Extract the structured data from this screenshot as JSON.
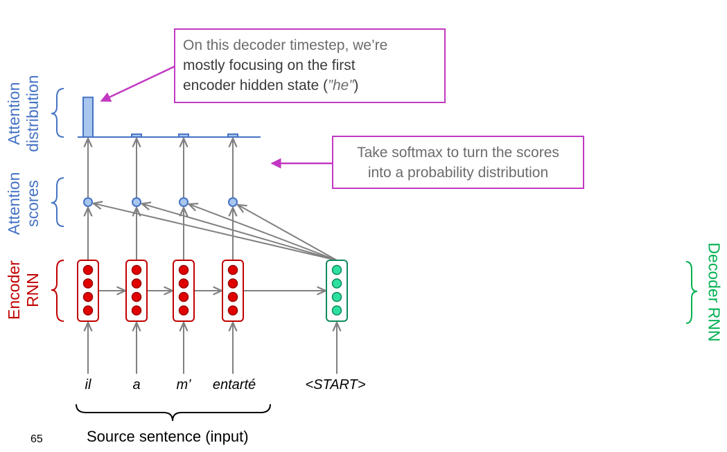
{
  "callouts": {
    "focus": {
      "line1": "On this decoder timestep, we’re",
      "line2": "mostly focusing on the first",
      "line3_prefix": "encoder hidden state (",
      "line3_he": "”he”",
      "line3_suffix": ")"
    },
    "softmax": {
      "line1": "Take softmax to turn the scores",
      "line2": "into a probability distribution"
    }
  },
  "labels": {
    "attention_distribution": {
      "line1": "Attention",
      "line2": "distribution"
    },
    "attention_scores": {
      "line1": "Attention",
      "line2": "scores"
    },
    "encoder_rnn": {
      "line1": "Encoder",
      "line2": "RNN"
    },
    "decoder_rnn": "Decoder RNN"
  },
  "source_words": [
    "il",
    "a",
    "m’",
    "entarté"
  ],
  "decoder_input": "<START>",
  "source_caption": "Source sentence (input)",
  "page_number": "65",
  "attention_weights": [
    0.82,
    0.06,
    0.06,
    0.06
  ],
  "colors": {
    "encoder": "#c00000",
    "decoder": "#00b050",
    "attention": "#4472c4",
    "callout_border": "#c238c2",
    "arrow": "#808080"
  }
}
